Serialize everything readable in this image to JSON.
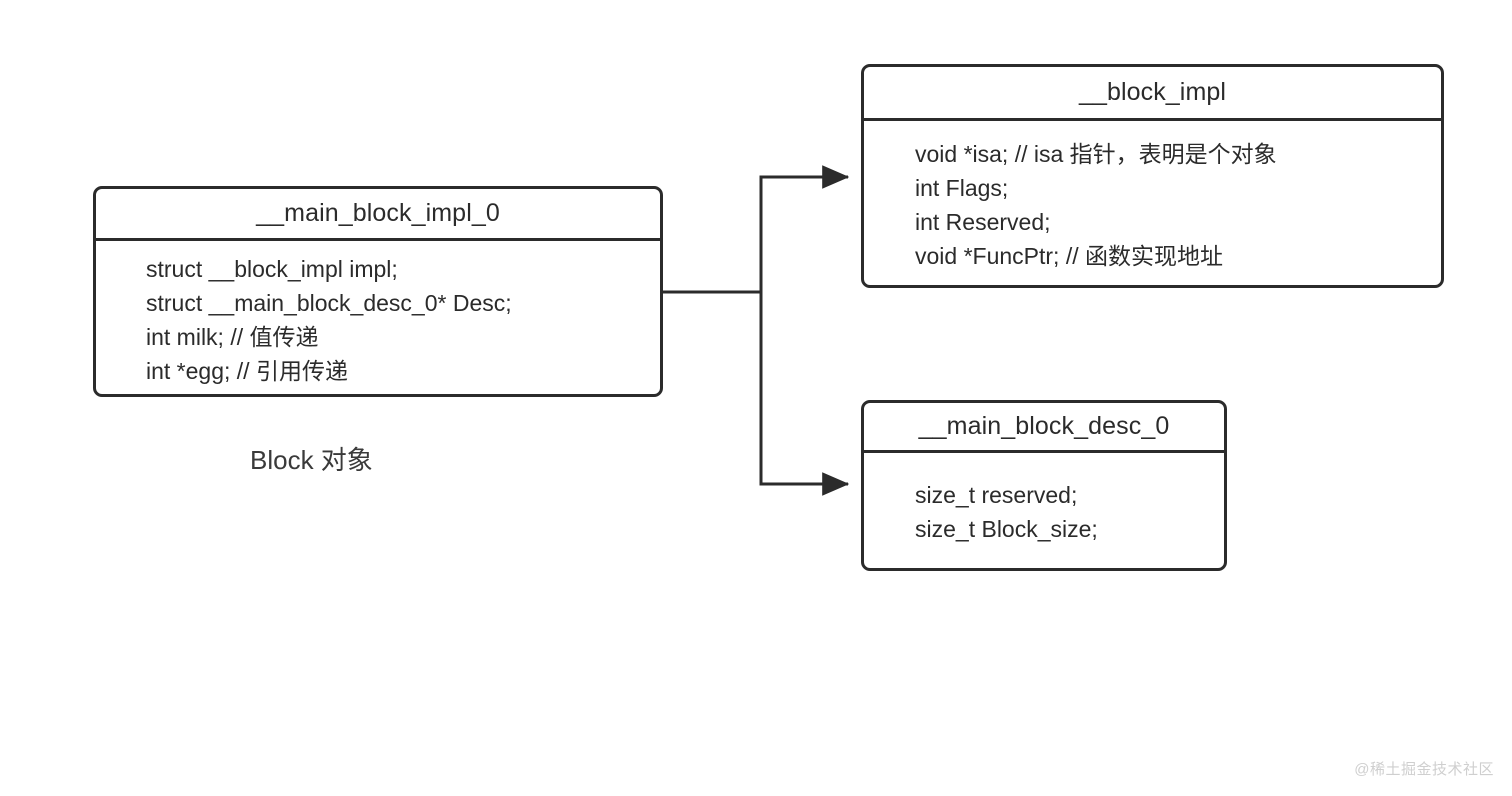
{
  "diagram": {
    "title_caption": "Block 对象",
    "watermark": "@稀土掘金技术社区",
    "line_color": "#2b2b2b",
    "background_color": "#ffffff",
    "nodes": [
      {
        "id": "main-block-impl-0",
        "title": "__main_block_impl_0",
        "fields": [
          "struct __block_impl impl;",
          "struct __main_block_desc_0* Desc;",
          "int milk; // 值传递",
          "int *egg; // 引用传递"
        ]
      },
      {
        "id": "block-impl",
        "title": "__block_impl",
        "fields": [
          "void *isa; // isa 指针，表明是个对象",
          "int Flags;",
          "int Reserved;",
          "void *FuncPtr; // 函数实现地址"
        ]
      },
      {
        "id": "main-block-desc-0",
        "title": "__main_block_desc_0",
        "fields": [
          "size_t reserved;",
          "size_t Block_size;"
        ]
      }
    ],
    "connectors": [
      {
        "from": "main-block-impl-0",
        "to": "block-impl",
        "arrow": "open-triangle"
      },
      {
        "from": "main-block-impl-0",
        "to": "main-block-desc-0",
        "arrow": "open-triangle"
      }
    ]
  }
}
